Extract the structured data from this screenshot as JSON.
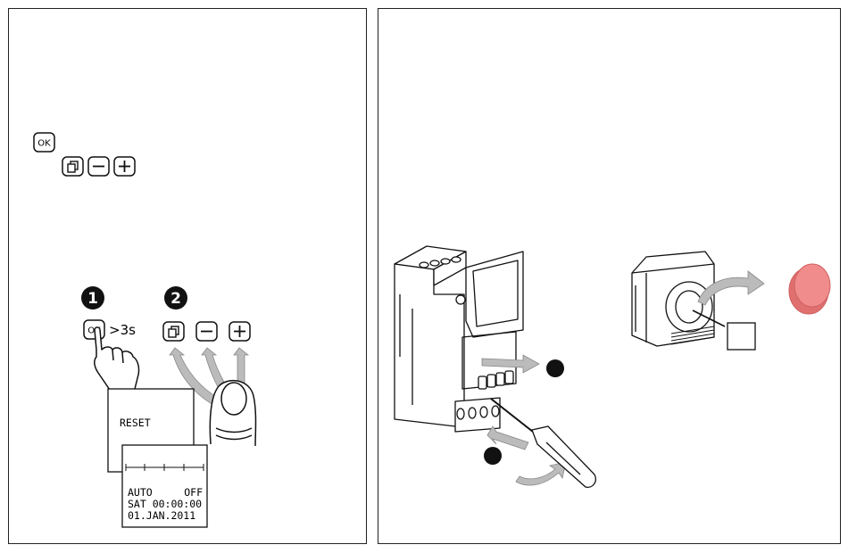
{
  "left_panel": {
    "ok_key_label": "OK",
    "step_1_number": "1",
    "step_2_number": "2",
    "hold_duration": ">3s",
    "screen_reset_text": "RESET",
    "screen_default": {
      "line1_mode": "AUTO",
      "line1_state": "OFF",
      "line2": "SAT 00:00:00",
      "line3": "01.JAN.2011"
    }
  },
  "right_panel": {
    "battery_color": "#f08c8c"
  }
}
